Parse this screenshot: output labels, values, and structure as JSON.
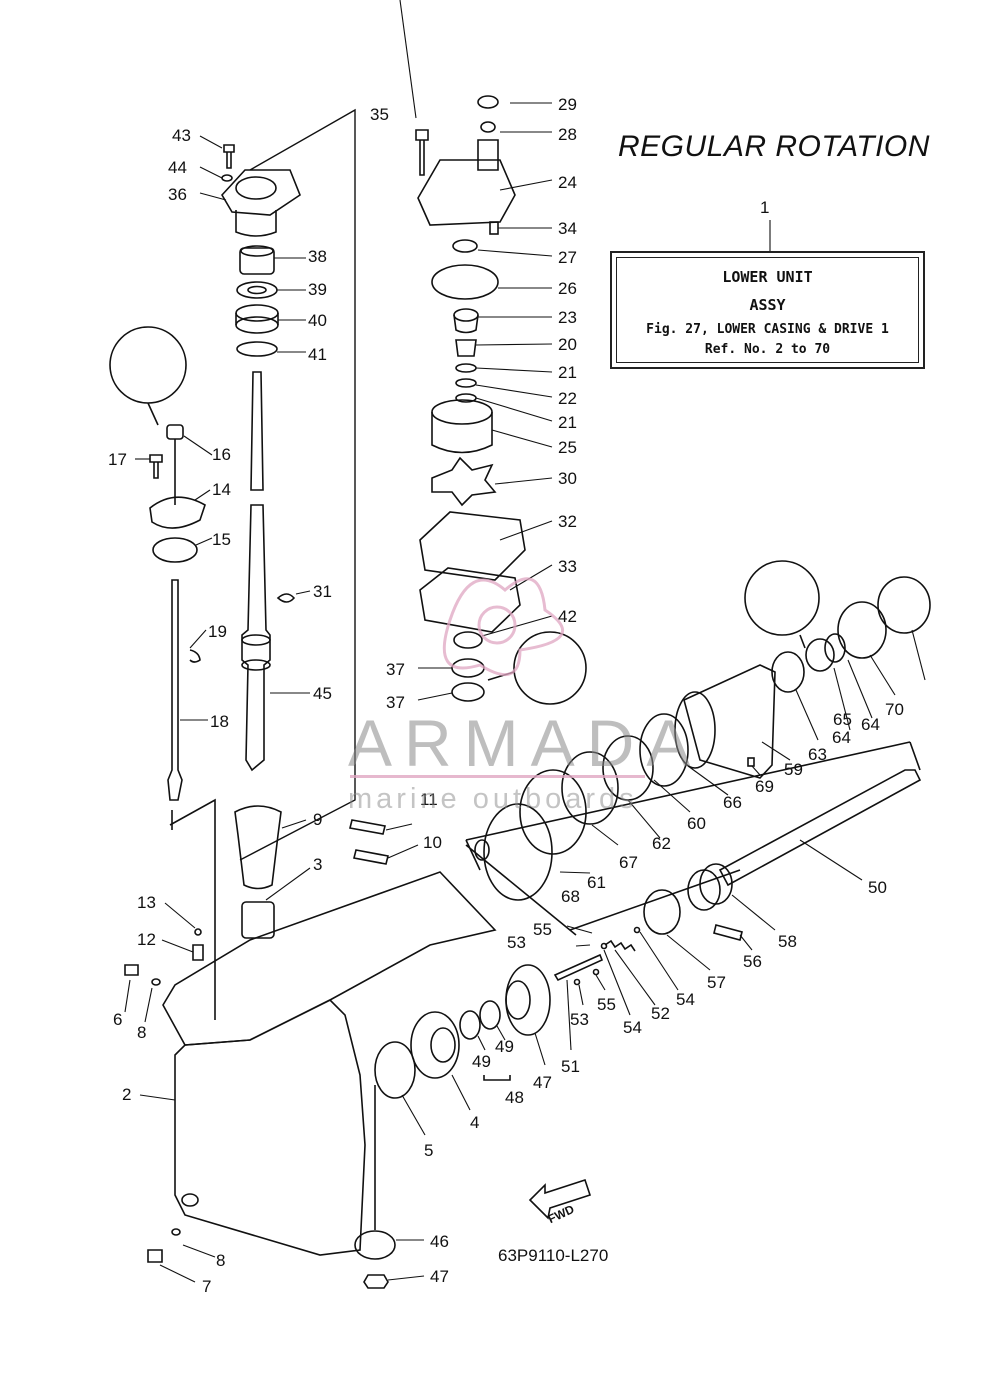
{
  "title": "REGULAR ROTATION",
  "ref_box": {
    "ref_number": "1",
    "line1": "LOWER UNIT",
    "line2": "ASSY",
    "line3": "Fig. 27, LOWER CASING & DRIVE 1",
    "line4": "Ref. No. 2 to 70"
  },
  "drawing_code": "63P9110-L270",
  "watermark": {
    "brand": "ARMADA",
    "tagline": "marine outboards"
  },
  "fwd_label": "FWD",
  "callout_numbers": [
    "2",
    "3",
    "4",
    "5",
    "6",
    "7",
    "8",
    "8",
    "9",
    "10",
    "11",
    "12",
    "13",
    "14",
    "15",
    "16",
    "17",
    "18",
    "19",
    "20",
    "21",
    "21",
    "22",
    "23",
    "24",
    "25",
    "26",
    "27",
    "28",
    "29",
    "30",
    "31",
    "32",
    "33",
    "34",
    "35",
    "36",
    "37",
    "37",
    "38",
    "39",
    "40",
    "41",
    "42",
    "43",
    "44",
    "45",
    "46",
    "47",
    "47",
    "48",
    "49",
    "49",
    "50",
    "51",
    "52",
    "53",
    "53",
    "54",
    "54",
    "55",
    "55",
    "56",
    "57",
    "58",
    "59",
    "60",
    "61",
    "62",
    "63",
    "64",
    "64",
    "65",
    "66",
    "67",
    "68",
    "69",
    "70"
  ],
  "colors": {
    "line": "#111111",
    "watermark_pink": "#e0a6c2",
    "watermark_gray": "#8a8a8a"
  }
}
